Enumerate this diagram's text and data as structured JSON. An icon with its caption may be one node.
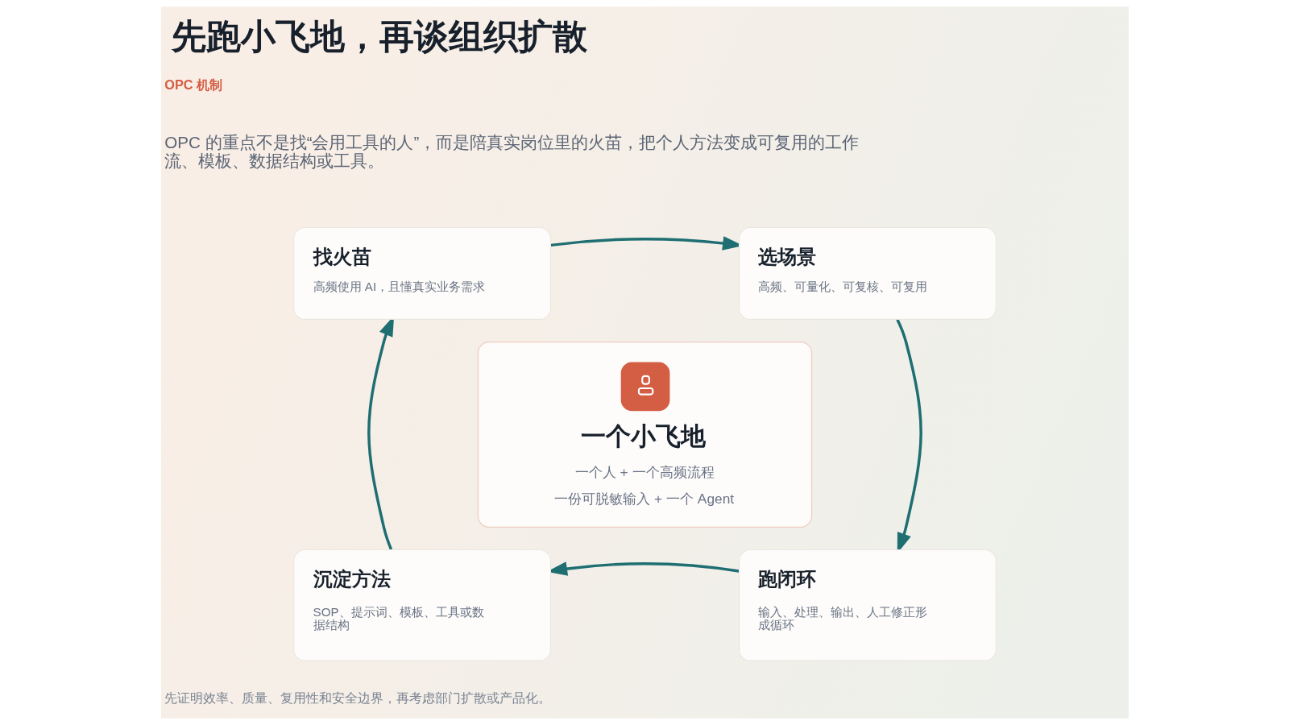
{
  "diagram": {
    "title": "先跑小飞地，再谈组织扩散",
    "nodes": [
      {
        "text": [
          "找火苗",
          "高频使用 AI，且懂真实业务需求"
        ]
      },
      {
        "text": [
          "选场景",
          "高频、可量化、可复核、可复用"
        ]
      },
      {
        "text": [
          "一个小飞地",
          "一个人 + 一个高频流程",
          "一份可脱敏输入 + 一个 Agent"
        ]
      },
      {
        "text": [
          "沉淀方法",
          "SOP、提示词、模板、工具或数据结构"
        ]
      },
      {
        "text": [
          "跑闭环",
          "输入、处理、输出、人工修正形成循环"
        ]
      }
    ],
    "edges": [
      {
        "from": 0,
        "to": 1,
        "arrow": "to"
      },
      {
        "from": 1,
        "to": 4,
        "arrow": "to"
      },
      {
        "from": 4,
        "to": 3,
        "arrow": "to"
      },
      {
        "from": 3,
        "to": 0,
        "arrow": "to"
      }
    ],
    "labels": [
      "OPC 机制",
      "OPC 的重点不是找“会用工具的人”，而是陪真实岗位里的火苗，把个人方法变成可复用的工作流、模板、数据结构或工具。",
      "先证明效率、质量、复用性和安全边界，再考虑部门扩散或产品化。"
    ]
  }
}
